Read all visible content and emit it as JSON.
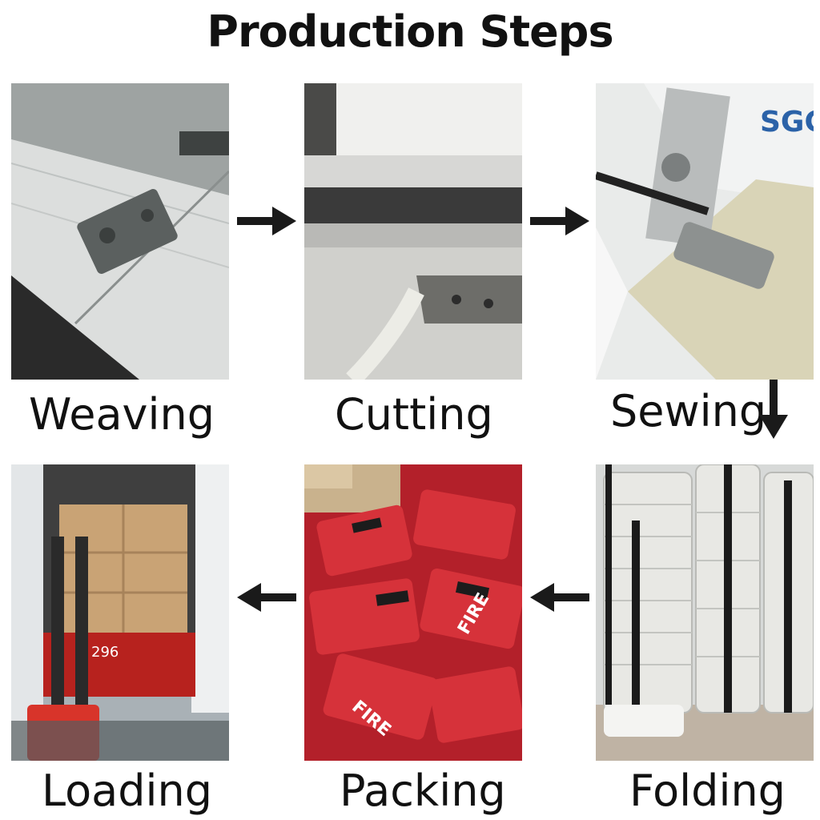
{
  "title": "Production Steps",
  "steps": [
    {
      "label": "Weaving",
      "image": "glass-fiber-weaving-photo"
    },
    {
      "label": "Cutting",
      "image": "fabric-cutting-photo"
    },
    {
      "label": "Sewing",
      "image": "sewing-machine-photo"
    },
    {
      "label": "Folding",
      "image": "folded-blankets-stack-photo"
    },
    {
      "label": "Packing",
      "image": "red-fire-blanket-pouches-photo"
    },
    {
      "label": "Loading",
      "image": "container-loading-photo"
    }
  ],
  "pouch_text": "FIRE",
  "truck_plate": "296",
  "icons": {
    "flow_arrow": "arrow-right-icon / arrow-down-icon / arrow-left-icon"
  },
  "colors": {
    "arrow": "#1a1a1a",
    "fire_red": "#c8202a"
  }
}
